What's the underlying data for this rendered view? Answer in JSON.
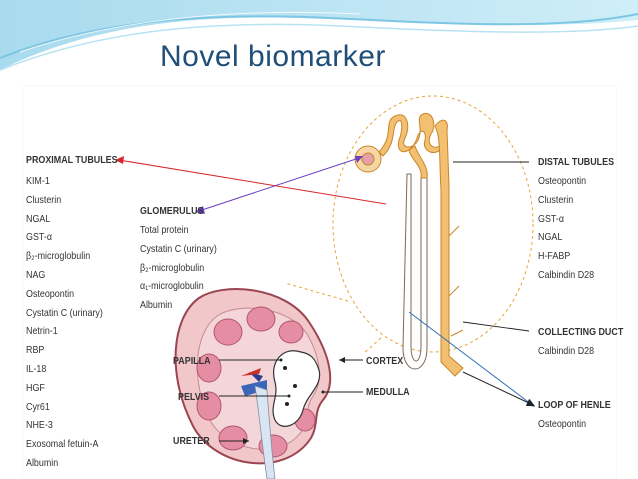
{
  "slide": {
    "title": "Novel biomarker"
  },
  "proximal": {
    "heading": "PROXIMAL TUBULES",
    "items": [
      "KIM-1",
      "Clusterin",
      "NGAL",
      "GST-α",
      "β₂-microglobulin",
      "NAG",
      "Osteopontin",
      "Cystatin C (urinary)",
      "Netrin-1",
      "RBP",
      "IL-18",
      "HGF",
      "Cyr61",
      "NHE-3",
      "Exosomal fetuin-A",
      "Albumin"
    ]
  },
  "glomerulus": {
    "heading": "GLOMERULUS",
    "items": [
      "Total protein",
      "Cystatin C (urinary)",
      "β₂-microglobulin",
      "α₁-microglobulin",
      "Albumin"
    ]
  },
  "distal": {
    "heading": "DISTAL TUBULES",
    "items": [
      "Osteopontin",
      "Clusterin",
      "GST-α",
      "NGAL",
      "H-FABP",
      "Calbindin D28"
    ]
  },
  "collecting": {
    "heading": "COLLECTING DUCT",
    "items": [
      "Calbindin D28"
    ]
  },
  "loop": {
    "heading": "LOOP OF HENLE",
    "items": [
      "Osteopontin"
    ]
  },
  "kidney_labels": {
    "papilla": "PAPILLA",
    "pelvis": "PELVIS",
    "ureter": "URETER",
    "cortex": "CORTEX",
    "medulla": "MEDULLA"
  },
  "colors": {
    "title": "#1f4e79",
    "red_arrow": "#d9252a",
    "purple_arrow": "#6a3fc2",
    "blue_arrow": "#2f6fb0",
    "nephron": "#e8a33a",
    "kidney_fill": "#f1c7c9",
    "pyramid": "#e58ea3"
  }
}
